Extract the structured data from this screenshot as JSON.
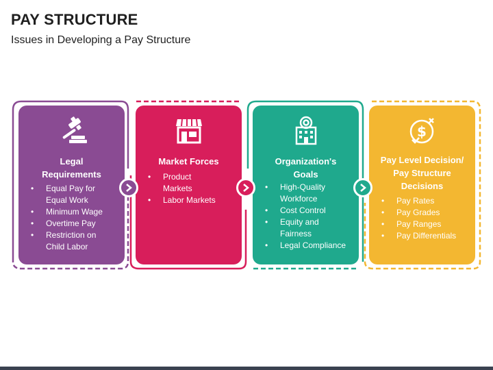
{
  "header": {
    "title": "PAY STRUCTURE",
    "subtitle": "Issues in Developing a Pay Structure"
  },
  "colors": {
    "purple": "#8a4b93",
    "red": "#d81e5b",
    "green": "#1fa98d",
    "yellow": "#f3b731",
    "text_dark": "#1f1f1f"
  },
  "cards": [
    {
      "title_lines": [
        "Legal",
        "Requirements"
      ],
      "icon": "gavel-icon",
      "items": [
        "Equal Pay for Equal Work",
        "Minimum Wage",
        "Overtime Pay",
        "Restriction on Child Labor"
      ]
    },
    {
      "title_lines": [
        "Market Forces"
      ],
      "icon": "storefront-icon",
      "items": [
        "Product Markets",
        "Labor Markets"
      ]
    },
    {
      "title_lines": [
        "Organization's",
        "Goals"
      ],
      "icon": "organization-building-icon",
      "items": [
        "High-Quality Workforce",
        "Cost Control",
        "Equity and Fairness",
        "Legal Compliance"
      ]
    },
    {
      "title_lines": [
        "Pay Level Decision/",
        "Pay Structure",
        "Decisions"
      ],
      "icon": "dollar-decision-icon",
      "items": [
        "Pay Rates",
        "Pay Grades",
        "Pay Ranges",
        "Pay Differentials"
      ]
    }
  ],
  "connectors": [
    "chevron-right-icon",
    "chevron-right-icon",
    "chevron-right-icon"
  ]
}
